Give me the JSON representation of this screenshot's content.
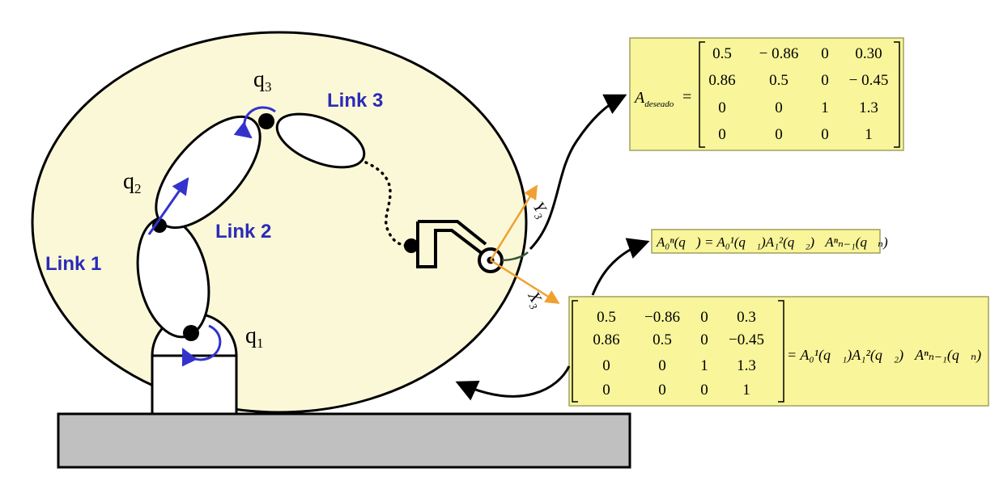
{
  "labels": {
    "link1": "Link 1",
    "link2": "Link 2",
    "link3": "Link 3",
    "q1": "q",
    "q1_sub": "1",
    "q2": "q",
    "q2_sub": "2",
    "q3": "q",
    "q3_sub": "3",
    "x3": "X",
    "x3_sub": "3",
    "y3": "Y",
    "y3_sub": "3"
  },
  "matrix_desired": {
    "name": "A",
    "subscript": "deseado",
    "rows": [
      [
        "0.5",
        "− 0.86",
        "0",
        "0.30"
      ],
      [
        "0.86",
        "0.5",
        "0",
        "− 0.45"
      ],
      [
        "0",
        "0",
        "1",
        "1.3"
      ],
      [
        "0",
        "0",
        "0",
        "1"
      ]
    ]
  },
  "equation_fk": {
    "lhs": "A₀ⁿ(q⃗) = ",
    "rhs": "A₀¹(q⃗₁)A₁²(q⃗₂)⋯Aⁿₙ₋₁(q⃗ₙ)"
  },
  "matrix_result": {
    "rows": [
      [
        "0.5",
        "−0.86",
        "0",
        "0.3"
      ],
      [
        "0.86",
        "0.5",
        "0",
        "−0.45"
      ],
      [
        "0",
        "0",
        "1",
        "1.3"
      ],
      [
        "0",
        "0",
        "0",
        "1"
      ]
    ],
    "rhs": "= A₀¹(q⃗₁)A₁²(q⃗₂)⋯Aⁿₙ₋₁(q⃗ₙ)"
  },
  "colors": {
    "workspace_fill": "#fbf8d8",
    "box_fill": "#f8f59a",
    "ground_fill": "#c0c0c0",
    "link_label": "#2b2bb8",
    "axis_orange": "#f0a030",
    "joint_arrow": "#3333cc"
  }
}
